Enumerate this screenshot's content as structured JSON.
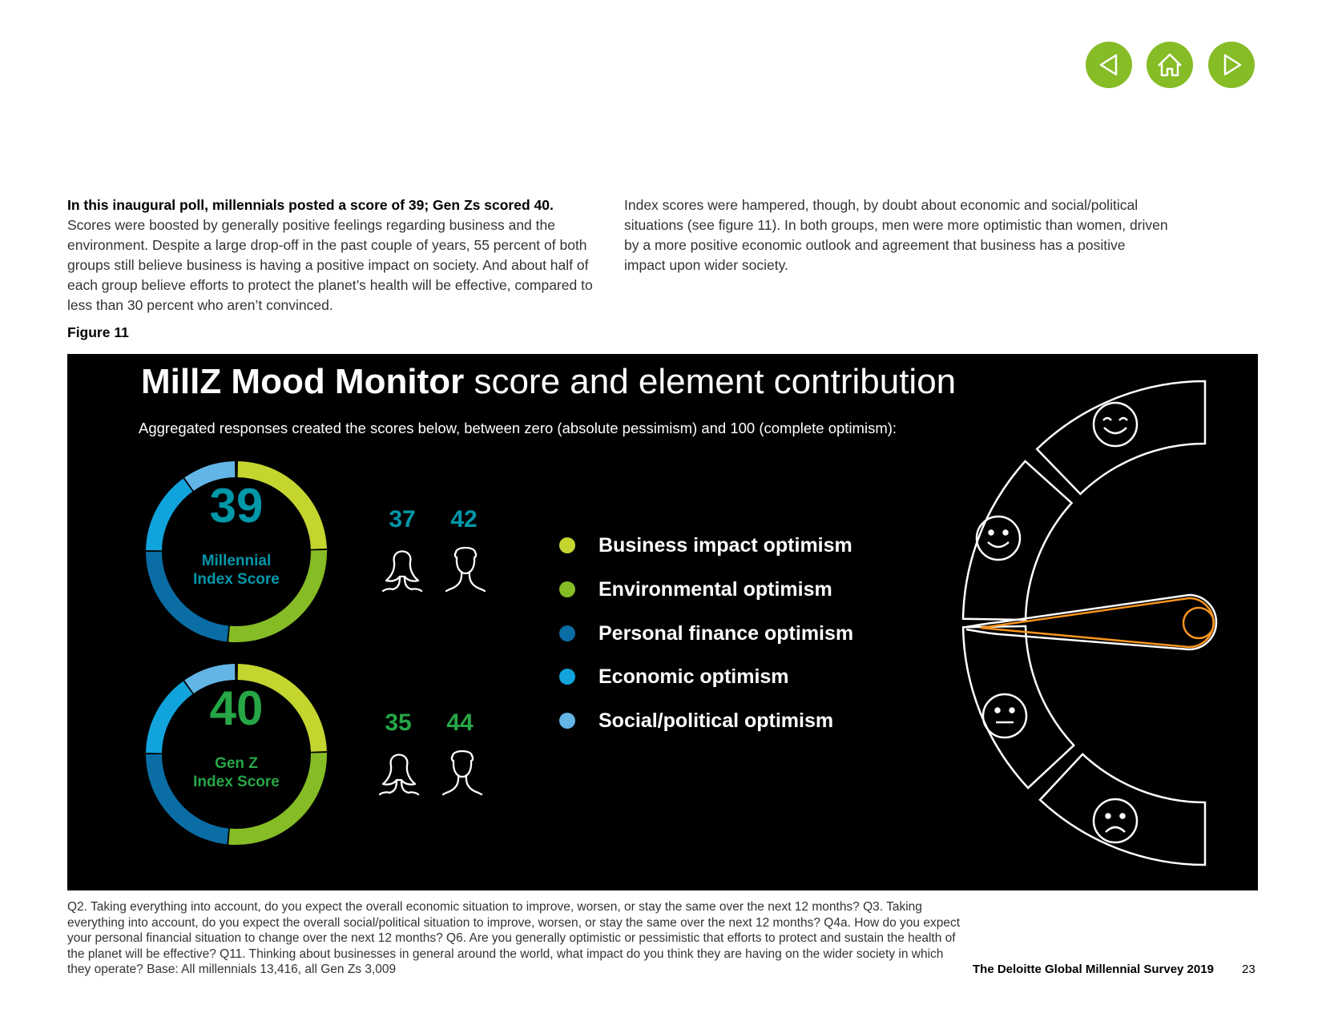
{
  "nav": {
    "prev_icon": "triangle-left-icon",
    "home_icon": "home-icon",
    "next_icon": "triangle-right-icon",
    "color": "#86bc25"
  },
  "intro": {
    "left_lead": "In this inaugural poll, millennials posted a score of 39; Gen Zs scored 40.",
    "left_body": "Scores were boosted by generally positive feelings regarding business and the environment. Despite a large drop-off in the past couple of years, 55 percent of both groups still believe business is having a positive impact on society.  And about half of each group believe efforts to protect the planet’s health will be effective, compared to less than 30 percent who aren’t convinced.",
    "right_body": "Index scores were hampered, though, by doubt about economic and social/political situations (see figure 11). In both groups, men were more optimistic than women, driven by a more positive economic outlook and agreement that business has a positive impact upon wider society."
  },
  "figure_label": "Figure 11",
  "chart": {
    "title_bold": "MillZ Mood Monitor",
    "title_light": " score and element contribution",
    "subtitle": "Aggregated responses created the scores below, between zero (absolute pessimism) and 100 (complete optimism):"
  },
  "scores": {
    "millennial": {
      "score": "39",
      "label_line1": "Millennial",
      "label_line2": "Index Score",
      "female": "37",
      "male": "42",
      "color": "#0097a9"
    },
    "genz": {
      "score": "40",
      "label_line1": "Gen Z",
      "label_line2": "Index Score",
      "female": "35",
      "male": "44",
      "color": "#26a646"
    }
  },
  "legend": [
    {
      "label": "Business impact optimism",
      "color": "#c4d530"
    },
    {
      "label": "Environmental optimism",
      "color": "#86bc25"
    },
    {
      "label": "Personal finance optimism",
      "color": "#0a6da4"
    },
    {
      "label": "Economic optimism",
      "color": "#11a3dc"
    },
    {
      "label": "Social/political optimism",
      "color": "#62b5e5"
    }
  ],
  "gauge": {
    "icons": [
      "laughing-face-icon",
      "smiling-face-icon",
      "neutral-face-icon",
      "sad-face-icon"
    ],
    "needle_color": "#f7941d"
  },
  "footnote": "Q2. Taking everything into account, do you expect the overall economic situation to improve, worsen, or stay the same over the next 12 months? Q3. Taking everything into account, do you expect the overall social/political situation to improve, worsen, or stay the same over the next 12 months? Q4a. How do you expect your personal financial situation to change over the next 12 months? Q6. Are you generally optimistic or pessimistic that efforts to protect and sustain the health of the planet will be effective? Q11. Thinking about businesses in general around the world, what impact do you think they are having on the wider society in which they operate? Base: All millennials 13,416, all Gen Zs 3,009",
  "footer": {
    "title": "The Deloitte Global Millennial Survey 2019",
    "page": "23"
  }
}
